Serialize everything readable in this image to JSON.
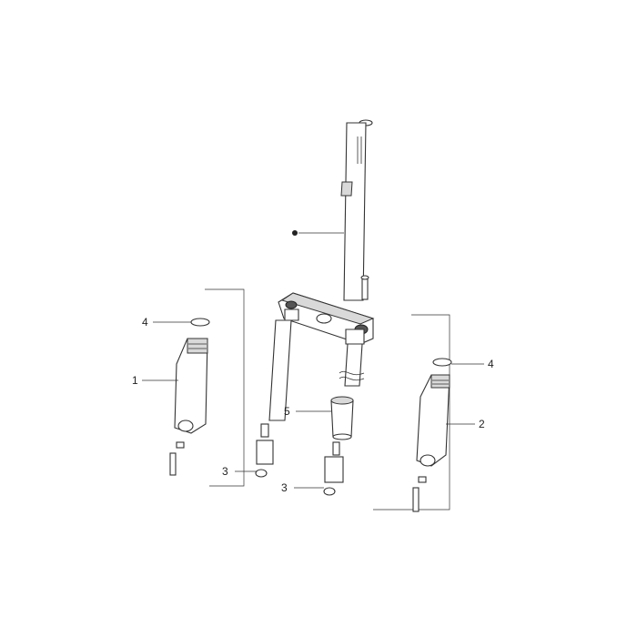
{
  "diagram": {
    "callouts": [
      {
        "id": "c1",
        "text": "1"
      },
      {
        "id": "c2",
        "text": "2"
      },
      {
        "id": "c3a",
        "text": "3"
      },
      {
        "id": "c3b",
        "text": "3"
      },
      {
        "id": "c4a",
        "text": "4"
      },
      {
        "id": "c4b",
        "text": "4"
      },
      {
        "id": "c5",
        "text": "5"
      }
    ],
    "colors": {
      "line": "#333333",
      "fill": "#ffffff",
      "shade": "#d9d9d9"
    }
  }
}
